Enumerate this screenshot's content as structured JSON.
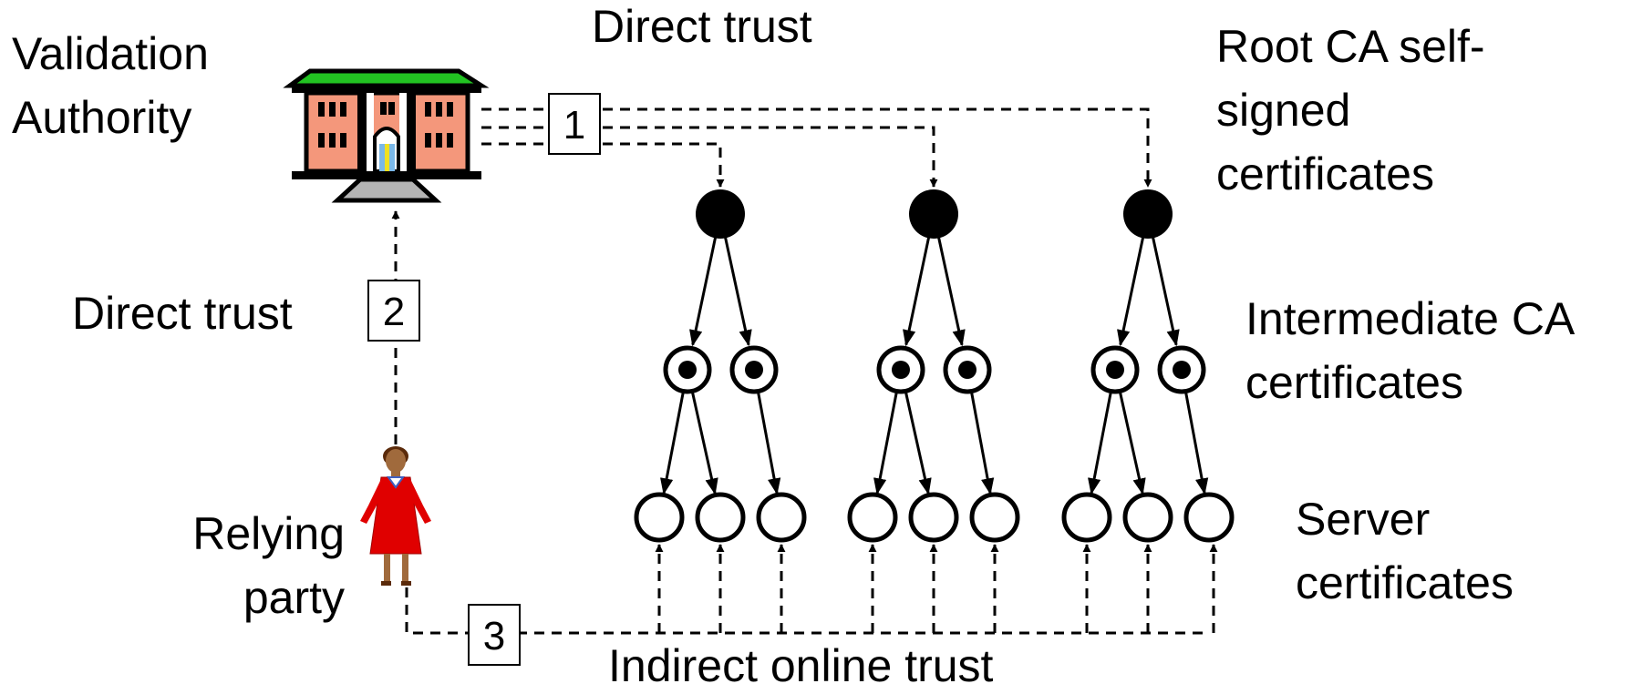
{
  "labels": {
    "validation_authority": [
      "Validation",
      "Authority"
    ],
    "direct_trust_top": "Direct trust",
    "root_ca": [
      "Root CA self-",
      "signed",
      "certificates"
    ],
    "direct_trust_left": "Direct trust",
    "intermediate_ca": [
      "Intermediate CA",
      "certificates"
    ],
    "relying_party": [
      "Relying",
      "party"
    ],
    "server_certificates": [
      "Server",
      "certificates"
    ],
    "indirect_online_trust": "Indirect online trust"
  },
  "steps": [
    "1",
    "2",
    "3"
  ],
  "trees": [
    {
      "root": "root-ca",
      "intermediates": 2,
      "servers": 3
    },
    {
      "root": "root-ca",
      "intermediates": 2,
      "servers": 3
    },
    {
      "root": "root-ca",
      "intermediates": 2,
      "servers": 3
    }
  ],
  "colors": {
    "building_wall": "#f4977b",
    "building_roof": "#22c322",
    "building_step": "#b4b4b4",
    "person_dress": "#e00000",
    "person_skin": "#a06a3c",
    "person_hair": "#5a2a0a",
    "line": "#000000"
  }
}
